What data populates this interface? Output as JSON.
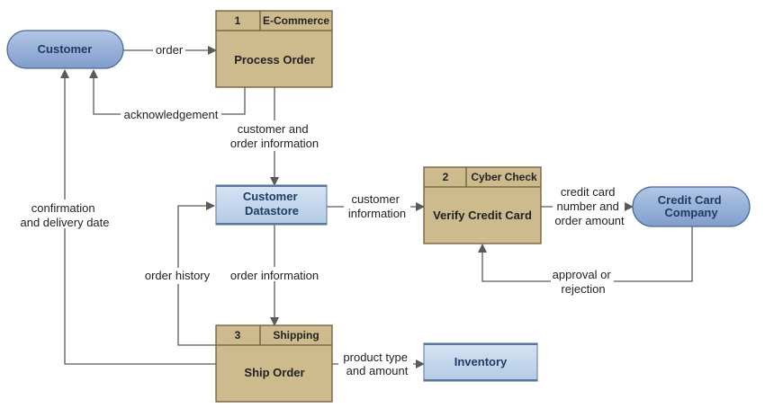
{
  "entities": {
    "customer": {
      "label": "Customer"
    },
    "credit_card_company": {
      "lines": [
        "Credit Card",
        "Company"
      ]
    }
  },
  "processes": {
    "process_order": {
      "number": "1",
      "department": "E-Commerce",
      "title": "Process Order"
    },
    "verify_credit_card": {
      "number": "2",
      "department": "Cyber Check",
      "title": "Verify Credit Card"
    },
    "ship_order": {
      "number": "3",
      "department": "Shipping",
      "title": "Ship Order"
    }
  },
  "datastores": {
    "customer_datastore": {
      "lines": [
        "Customer",
        "Datastore"
      ]
    },
    "inventory": {
      "label": "Inventory"
    }
  },
  "flows": {
    "order": {
      "lines": [
        "order"
      ]
    },
    "acknowledgement": {
      "lines": [
        "acknowledgement"
      ]
    },
    "customer_and_order_information": {
      "lines": [
        "customer and",
        "order information"
      ]
    },
    "customer_information": {
      "lines": [
        "customer",
        "information"
      ]
    },
    "credit_card_number_and_order_amount": {
      "lines": [
        "credit card",
        "number and",
        "order amount"
      ]
    },
    "approval_or_rejection": {
      "lines": [
        "approval or",
        "rejection"
      ]
    },
    "order_history": {
      "lines": [
        "order history"
      ]
    },
    "order_information": {
      "lines": [
        "order information"
      ]
    },
    "confirmation_and_delivery_date": {
      "lines": [
        "confirmation",
        "and delivery date"
      ]
    },
    "product_type_and_amount": {
      "lines": [
        "product type",
        "and amount"
      ]
    }
  },
  "colors": {
    "entity_fill": "#8aa6d1",
    "entity_stroke": "#4a6a9a",
    "process_fill": "#cdbb8e",
    "process_stroke": "#6b5c38",
    "store_fill": "#bfd3ea",
    "store_stroke": "#6f8aaa",
    "line": "#5a5a5a"
  }
}
